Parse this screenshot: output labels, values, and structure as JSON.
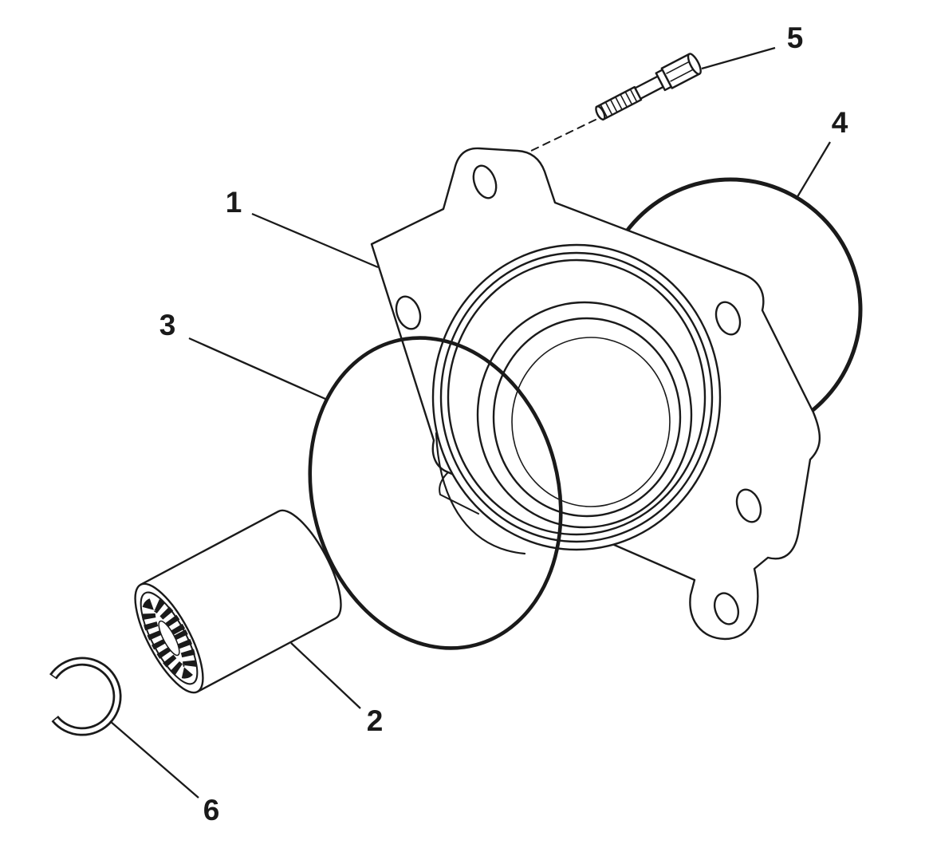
{
  "canvas": {
    "background": "#ffffff",
    "line_color": "#1a1a1a"
  },
  "diagram": {
    "kind": "exploded-parts-line-drawing"
  },
  "callouts": [
    {
      "number": "1",
      "part": "pump-housing-flange"
    },
    {
      "number": "2",
      "part": "splined-coupling-sleeve"
    },
    {
      "number": "3",
      "part": "o-ring"
    },
    {
      "number": "4",
      "part": "seal-ring"
    },
    {
      "number": "5",
      "part": "bolt"
    },
    {
      "number": "6",
      "part": "snap-ring"
    }
  ]
}
